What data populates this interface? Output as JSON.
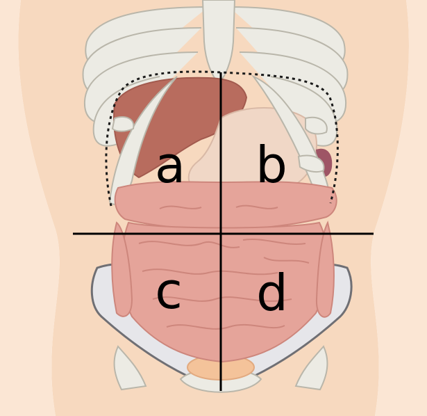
{
  "quadrants": [
    {
      "id": "upper-right-patient",
      "label": "a"
    },
    {
      "id": "upper-left-patient",
      "label": "b"
    },
    {
      "id": "lower-right-patient",
      "label": "c"
    },
    {
      "id": "lower-left-patient",
      "label": "d"
    }
  ],
  "colors": {
    "skin": "#f7d9bf",
    "skin_shadow": "#f1c8a9",
    "bone": "#ecebe4",
    "bone_outline": "#b9b6aa",
    "liver": "#b86c5e",
    "liver_dark": "#a25a4e",
    "stomach": "#f0d7c6",
    "intestine": "#e5a49a",
    "intestine_outline": "#cd867c",
    "pelvis": "#e6e6ea",
    "pelvis_outline": "#6f6f74",
    "bladder": "#f4c39a",
    "divider_line": "#000000",
    "dotted_outline": "#1a1a1a"
  }
}
